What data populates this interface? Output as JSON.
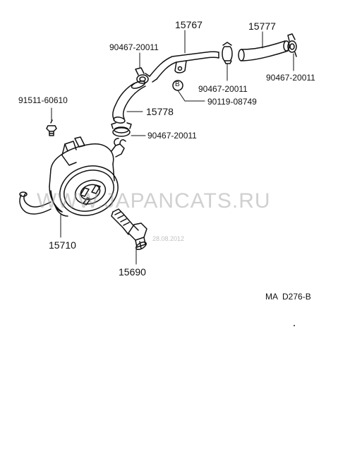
{
  "parts": {
    "hose_upper": "15767",
    "hose_right": "15777",
    "hose_lower": "15778",
    "oil_cooler": "15710",
    "union_bolt": "15690",
    "plug": "91511-60610",
    "clip_a": "90467-20011",
    "clip_b": "90467-20011",
    "clip_c": "90467-20011",
    "clip_d": "90467-20011",
    "bolt_b": "90119-08749"
  },
  "callout_marker": "B",
  "diagram_code": "MA  D276-B",
  "watermark": {
    "text": "WWW.JAPANCATS.RU",
    "date": "28.08.2012"
  }
}
